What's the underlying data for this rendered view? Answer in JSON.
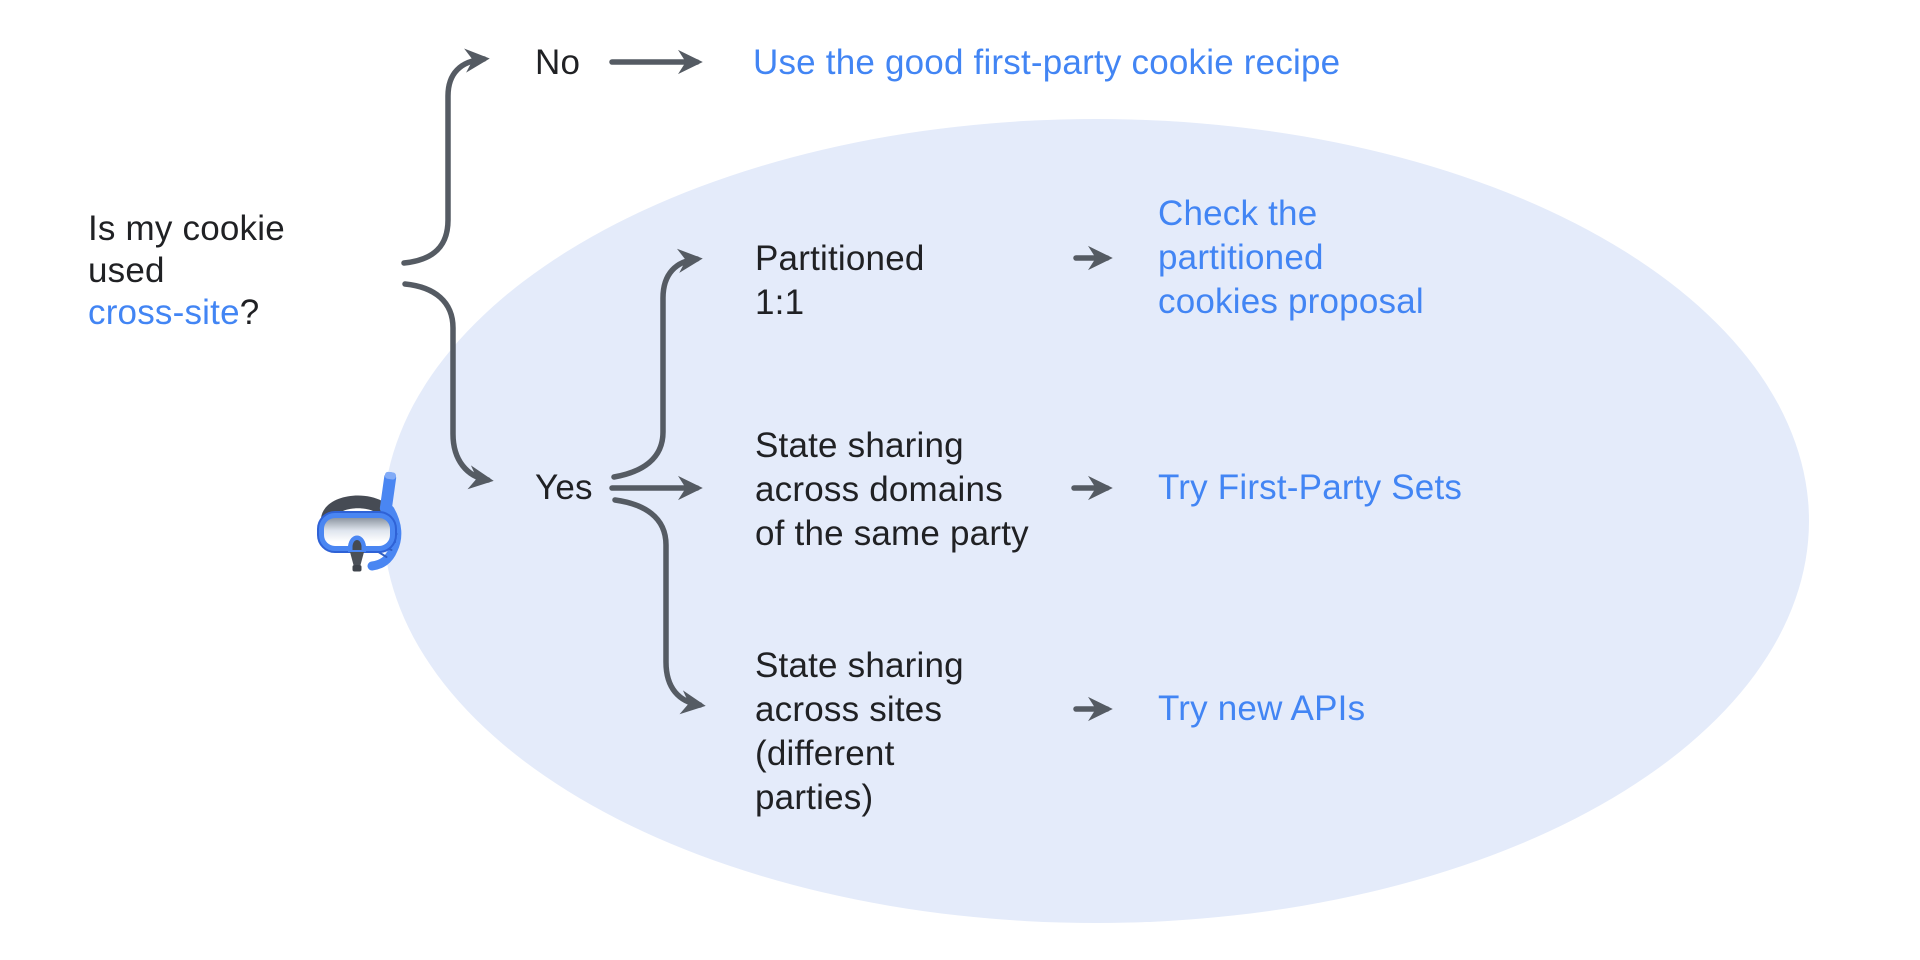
{
  "palette": {
    "text_color": "#202124",
    "link_color": "#4285F4",
    "arrow_color": "#555B63",
    "ellipse_color": "#E4EBFA",
    "background_color": "#FFFFFF"
  },
  "question": {
    "line1": "Is my cookie",
    "line2": "used",
    "highlight": "cross-site",
    "suffix": "?"
  },
  "no_branch": {
    "label": "No",
    "result": "Use the good first-party cookie recipe"
  },
  "yes_branch": {
    "label": "Yes",
    "cases": [
      {
        "condition": [
          "Partitioned",
          "1:1"
        ],
        "result": [
          "Check the",
          "partitioned",
          "cookies proposal"
        ]
      },
      {
        "condition": [
          "State sharing",
          "across domains",
          "of the same party"
        ],
        "result": [
          "Try First-Party Sets"
        ]
      },
      {
        "condition": [
          "State sharing",
          "across sites",
          "(different",
          "parties)"
        ],
        "result": [
          "Try new APIs"
        ]
      }
    ]
  },
  "icons": {
    "diving_mask": "diving mask"
  }
}
